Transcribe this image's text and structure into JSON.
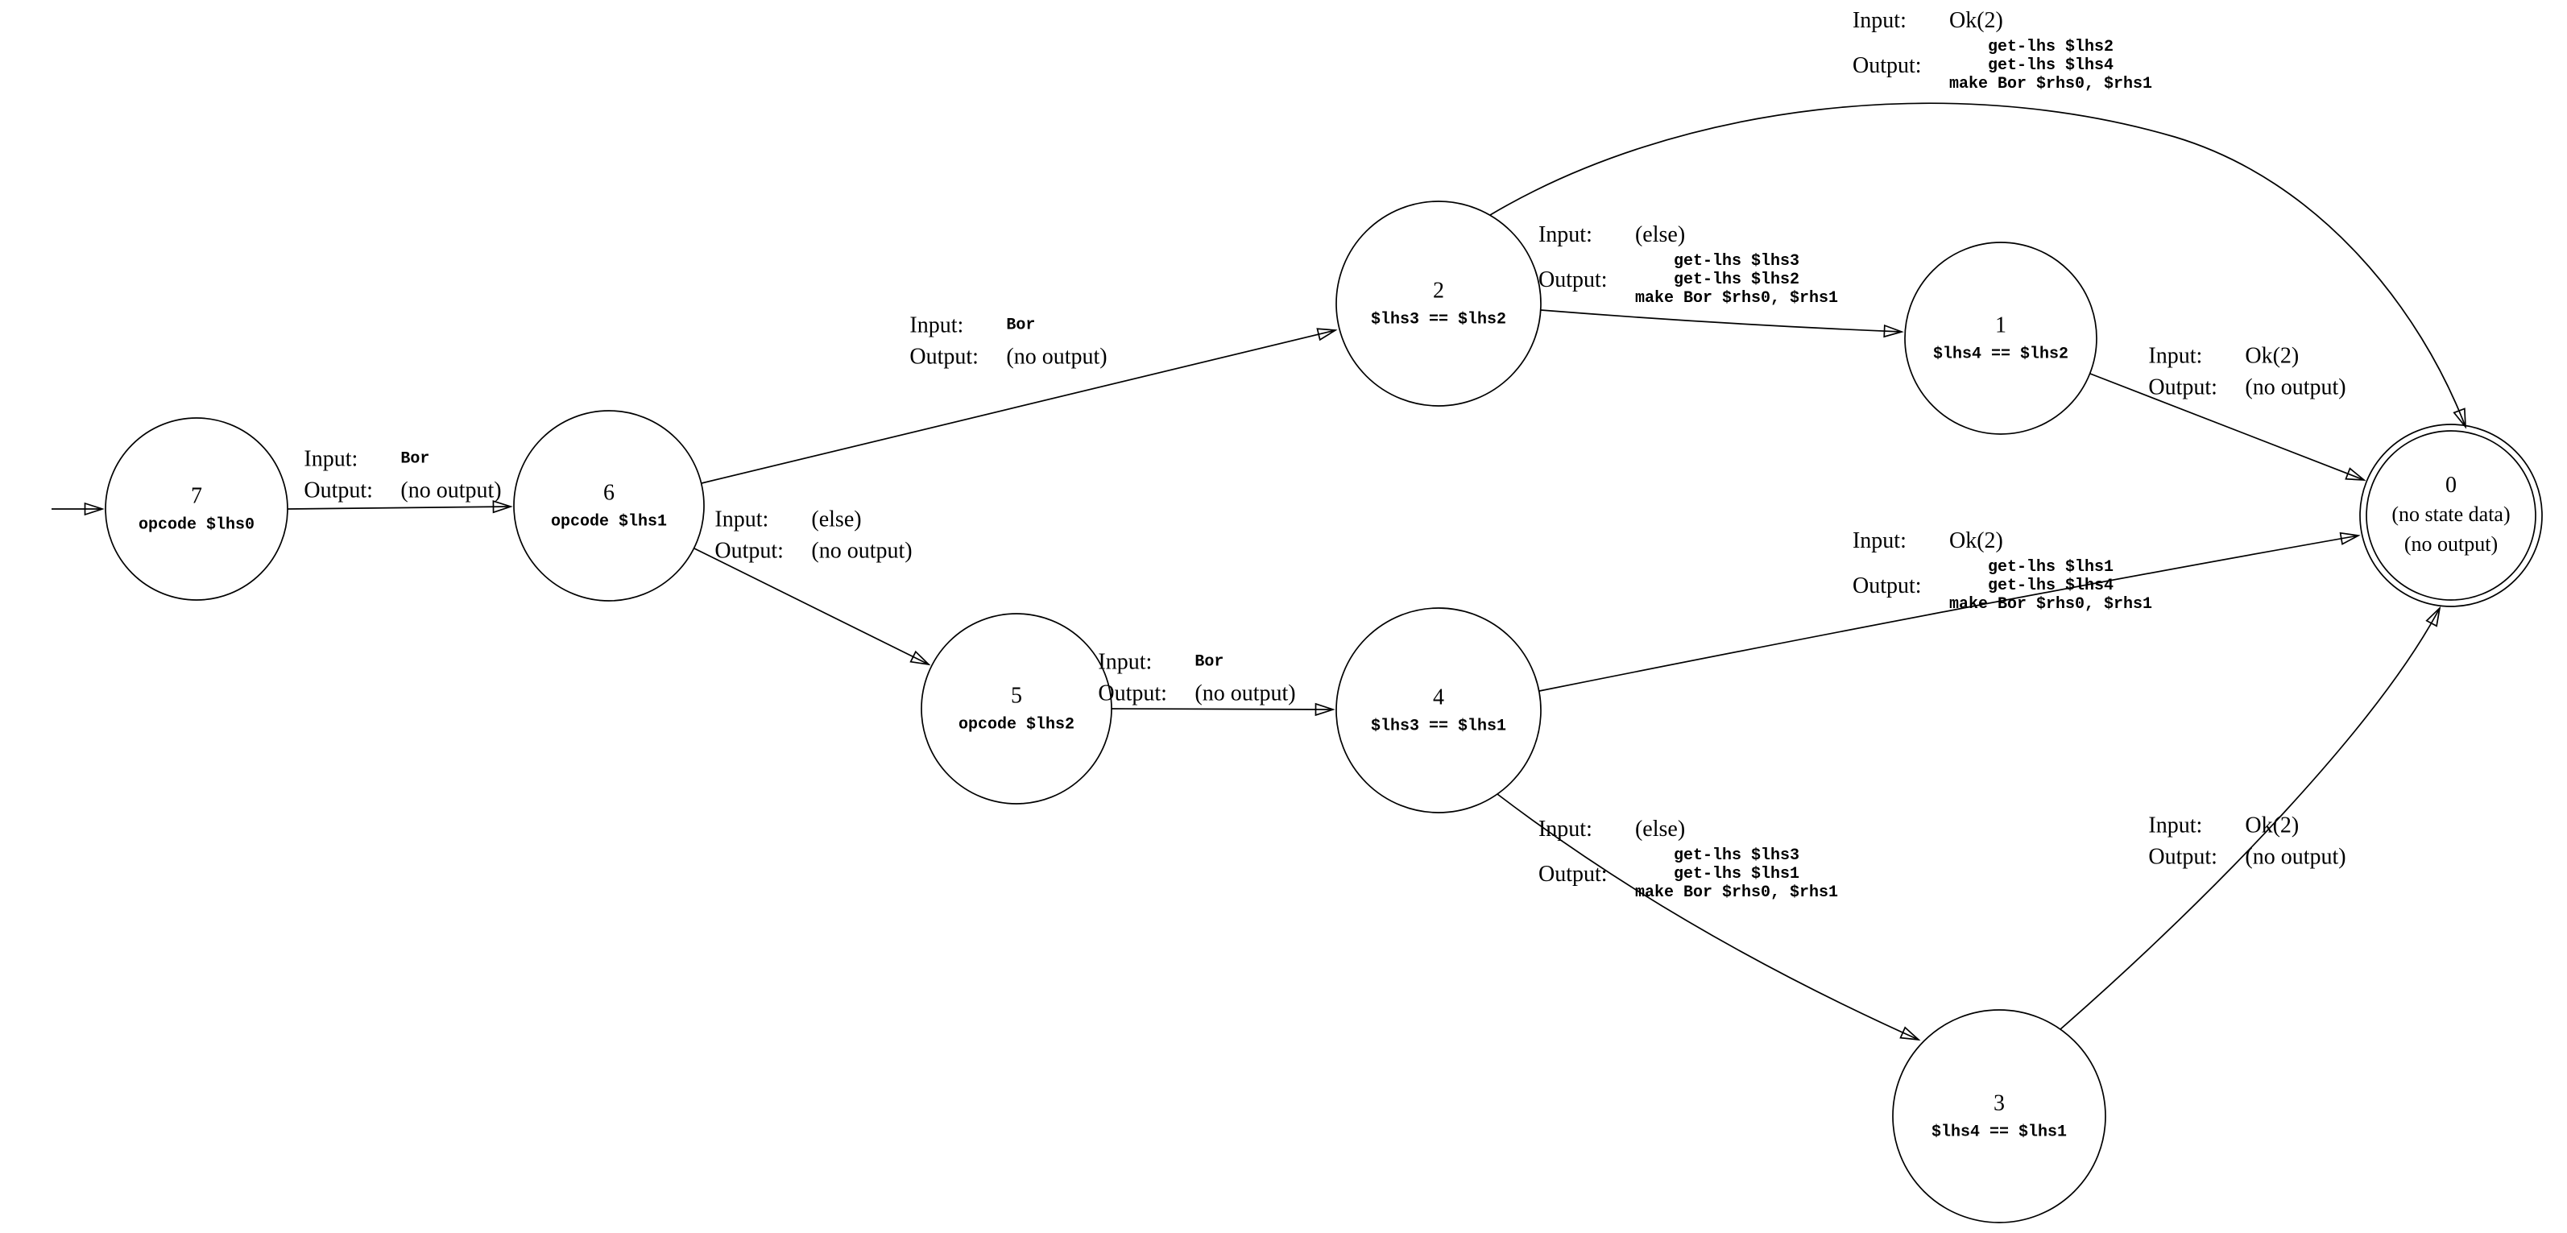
{
  "diagram": {
    "type": "state-machine",
    "labels": {
      "input": "Input:",
      "output": "Output:"
    },
    "states": {
      "s7": {
        "id": "7",
        "code": "opcode $lhs0"
      },
      "s6": {
        "id": "6",
        "code": "opcode $lhs1"
      },
      "s5": {
        "id": "5",
        "code": "opcode $lhs2"
      },
      "s2": {
        "id": "2",
        "code": "$lhs3 == $lhs2"
      },
      "s1": {
        "id": "1",
        "code": "$lhs4 == $lhs2"
      },
      "s4": {
        "id": "4",
        "code": "$lhs3 == $lhs1"
      },
      "s3": {
        "id": "3",
        "code": "$lhs4 == $lhs1"
      },
      "s0": {
        "id": "0",
        "line1": "(no state data)",
        "line2": "(no output)"
      }
    },
    "edges": {
      "e7_6": {
        "from": "7",
        "to": "6",
        "input": "Bor",
        "output": "(no output)"
      },
      "e6_2": {
        "from": "6",
        "to": "2",
        "input": "Bor",
        "output": "(no output)"
      },
      "e6_5": {
        "from": "6",
        "to": "5",
        "input": "(else)",
        "output": "(no output)"
      },
      "e2_0": {
        "from": "2",
        "to": "0",
        "input": "Ok(2)",
        "output": "get-lhs $lhs2\nget-lhs $lhs4\nmake Bor $rhs0, $rhs1"
      },
      "e2_1": {
        "from": "2",
        "to": "1",
        "input": "(else)",
        "output": "get-lhs $lhs3\nget-lhs $lhs2\nmake Bor $rhs0, $rhs1"
      },
      "e1_0": {
        "from": "1",
        "to": "0",
        "input": "Ok(2)",
        "output": "(no output)"
      },
      "e5_4": {
        "from": "5",
        "to": "4",
        "input": "Bor",
        "output": "(no output)"
      },
      "e4_0": {
        "from": "4",
        "to": "0",
        "input": "Ok(2)",
        "output": "get-lhs $lhs1\nget-lhs $lhs4\nmake Bor $rhs0, $rhs1"
      },
      "e4_3": {
        "from": "4",
        "to": "3",
        "input": "(else)",
        "output": "get-lhs $lhs3\nget-lhs $lhs1\nmake Bor $rhs0, $rhs1"
      },
      "e3_0": {
        "from": "3",
        "to": "0",
        "input": "Ok(2)",
        "output": "(no output)"
      }
    }
  }
}
